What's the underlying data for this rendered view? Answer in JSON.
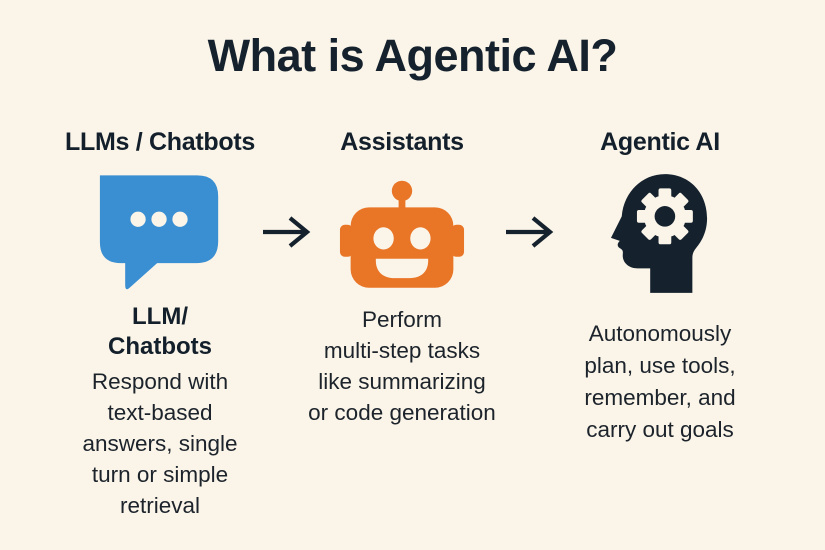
{
  "title": "What is Agentic AI?",
  "columns": [
    {
      "header": "LLMs / Chatbots",
      "icon": "chat-bubble-icon",
      "subtitle": "LLM/\nChatbots",
      "description": "Respond with\ntext-based\nanswers, single\nturn or simple\nretrieval"
    },
    {
      "header": "Assistants",
      "icon": "robot-icon",
      "subtitle": "",
      "description": "Perform\nmulti-step tasks\nlike summarizing\nor code generation"
    },
    {
      "header": "Agentic AI",
      "icon": "head-with-gear-icon",
      "subtitle": "",
      "description": "Autonomously\nplan, use tools,\nremember, and\ncarry out goals"
    }
  ],
  "arrows": [
    {
      "icon": "right-arrow"
    },
    {
      "icon": "right-arrow"
    }
  ],
  "colors": {
    "background": "#FBF5E9",
    "title_text": "#15222E",
    "chat_bubble_blue": "#3A8ED2",
    "robot_orange": "#E97527",
    "head_dark": "#15222E",
    "body_text": "#1C232B"
  }
}
